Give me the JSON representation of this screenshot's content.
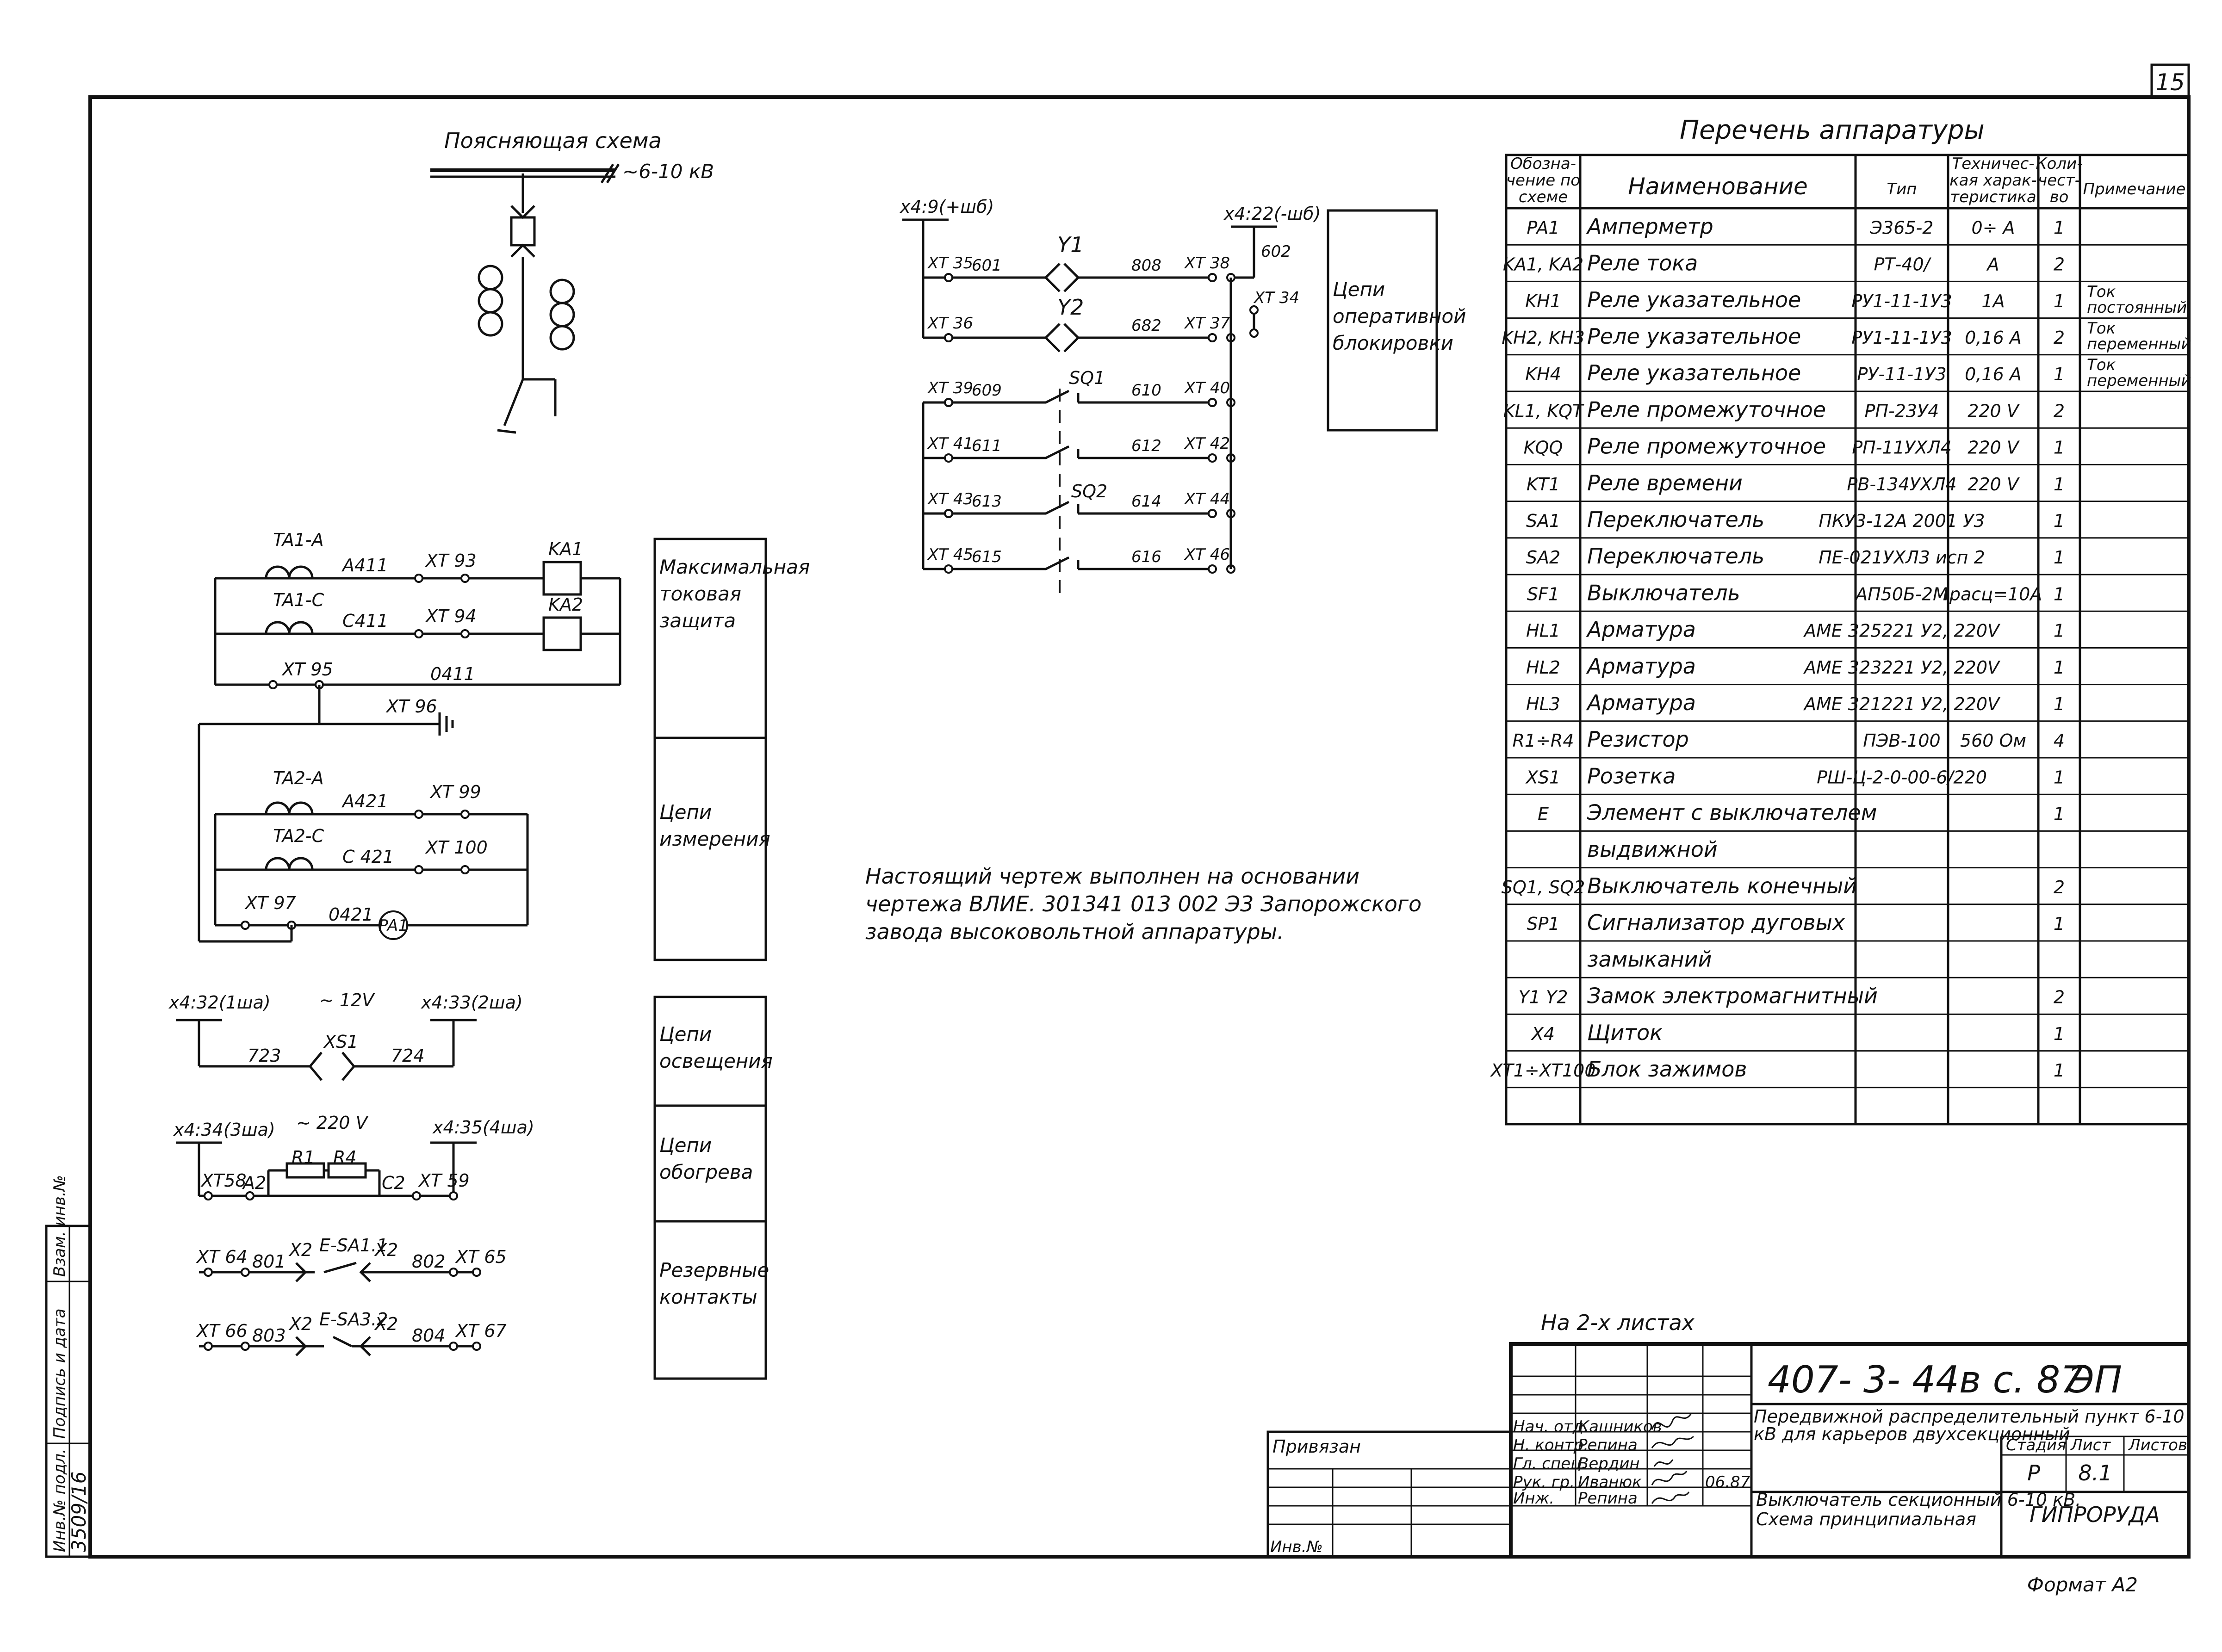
{
  "sheet_number": "15",
  "format": "Формат А2",
  "explanatory": {
    "title": "Поясняющая схема",
    "voltage": "~6-10 кВ"
  },
  "left_circuits": {
    "ta1a": "TA1-A",
    "ta1c": "TA1-C",
    "a411": "A411",
    "c411": "C411",
    "o411": "0411",
    "xt93": "XT 93",
    "xt94": "XT 94",
    "xt95": "XT 95",
    "xt96": "XT 96",
    "ka1": "KA1",
    "ka2": "KA2",
    "ta2a": "TA2-A",
    "ta2c": "TA2-C",
    "a421": "A421",
    "c421": "C 421",
    "o421": "0421",
    "xt99": "XT 99",
    "xt100": "XT 100",
    "xt97": "XT 97",
    "pa1": "PA1",
    "x4_32": "x4:32(1ша)",
    "x4_33": "x4:33(2ша)",
    "v12": "~ 12V",
    "xs1": "XS1",
    "w723": "723",
    "w724": "724",
    "x4_34": "x4:34(3ша)",
    "x4_35": "x4:35(4ша)",
    "v220": "~ 220 V",
    "r1": "R1",
    "r4": "R4",
    "a2": "A2",
    "c2": "C2",
    "xt58": "XT58",
    "xt59": "XT 59",
    "xt64": "XT 64",
    "w801": "801",
    "x2a": "X2",
    "esa11": "E-SA1.1",
    "x2b": "X2",
    "w802": "802",
    "xt65": "XT 65",
    "xt66": "XT 66",
    "w803": "803",
    "x2c": "X2",
    "esa32": "E-SA3.2",
    "x2d": "X2",
    "w804": "804",
    "xt67": "XT 67"
  },
  "blocks": [
    "Максимальная токовая защита",
    "Цепи измерения",
    "Цепи освещения",
    "Цепи обогрева",
    "Резервные контакты"
  ],
  "interlock": {
    "x4_9": "x4:9(+шб)",
    "x4_22": "x4:22(-шб)",
    "w602": "602",
    "y1": "Y1",
    "y2": "Y2",
    "sq1": "SQ1",
    "sq2": "SQ2",
    "block": "Цепи оперативной блокировки",
    "rows": [
      {
        "l": "XT 35",
        "w1": "601",
        "w2": "808",
        "r": "XT 38"
      },
      {
        "l": "XT 36",
        "w1": "",
        "w2": "682",
        "r": "XT 37"
      },
      {
        "l": "XT 39",
        "w1": "609",
        "w2": "610",
        "r": "XT 40"
      },
      {
        "l": "XT 41",
        "w1": "611",
        "w2": "612",
        "r": "XT 42"
      },
      {
        "l": "XT 43",
        "w1": "613",
        "w2": "614",
        "r": "XT 44"
      },
      {
        "l": "XT 45",
        "w1": "615",
        "w2": "616",
        "r": "XT 46"
      }
    ],
    "xt34": "XT 34"
  },
  "note": {
    "line1": "Настоящий чертеж выполнен на основании",
    "line2": "чертежа ВЛИЕ. 301341 013 002 Э3 Запорожского",
    "line3": "завода высоковольтной аппаратуры."
  },
  "apparatus": {
    "title": "Перечень аппаратуры",
    "headers": [
      "Обозначение по схеме",
      "Наименование",
      "Тип",
      "Техническая характеристика",
      "Количество",
      "Примечание"
    ],
    "rows": [
      [
        "PA1",
        "Амперметр",
        "Э365-2",
        "0÷   А",
        "1",
        ""
      ],
      [
        "KA1, KA2",
        "Реле тока",
        "РТ-40/",
        "   А",
        "2",
        ""
      ],
      [
        "KH1",
        "Реле указательное",
        "РУ1-11-1У3",
        "1А",
        "1",
        "Ток постоянный"
      ],
      [
        "KH2, KH3",
        "Реле указательное",
        "РУ1-11-1У3",
        "0,16 А",
        "2",
        "Ток переменный"
      ],
      [
        "KH4",
        "Реле указательное",
        "РУ-11-1У3",
        "0,16 А",
        "1",
        "Ток переменный"
      ],
      [
        "KL1, KQT",
        "Реле промежуточное",
        "РП-23У4",
        "220 V",
        "2",
        ""
      ],
      [
        "KQQ",
        "Реле промежуточное",
        "РП-11УХЛ4",
        "220 V",
        "1",
        ""
      ],
      [
        "KT1",
        "Реле времени",
        "РВ-134УХЛ4",
        "220 V",
        "1",
        ""
      ],
      [
        "SA1",
        "Переключатель",
        "ПКУ3-12А 2001 У3",
        "",
        "1",
        ""
      ],
      [
        "SA2",
        "Переключатель",
        "ПЕ-021УХЛ3 исп 2",
        "",
        "1",
        ""
      ],
      [
        "SF1",
        "Выключатель",
        "АП50Б-2М",
        "Iрасц=10А",
        "1",
        ""
      ],
      [
        "HL1",
        "Арматура",
        "АМЕ 325221 У2, 220V",
        "",
        "1",
        ""
      ],
      [
        "HL2",
        "Арматура",
        "АМЕ 323221 У2, 220V",
        "",
        "1",
        ""
      ],
      [
        "HL3",
        "Арматура",
        "АМЕ 321221 У2, 220V",
        "",
        "1",
        ""
      ],
      [
        "R1÷R4",
        "Резистор",
        "ПЭВ-100",
        "560 Ом",
        "4",
        ""
      ],
      [
        "XS1",
        "Розетка",
        "РШ-Ц-2-0-00-6/220",
        "",
        "1",
        ""
      ],
      [
        "E",
        "Элемент с выключателем",
        "",
        "",
        "1",
        ""
      ],
      [
        "",
        "выдвижной",
        "",
        "",
        "",
        ""
      ],
      [
        "SQ1, SQ2",
        "Выключатель конечный",
        "",
        "",
        "2",
        ""
      ],
      [
        "SP1",
        "Сигнализатор дуговых",
        "",
        "",
        "1",
        ""
      ],
      [
        "",
        "замыканий",
        "",
        "",
        "",
        ""
      ],
      [
        "Y1 Y2",
        "Замок электромагнитный",
        "",
        "",
        "2",
        ""
      ],
      [
        "X4",
        "Щиток",
        "",
        "",
        "1",
        ""
      ],
      [
        "XT1÷XT100",
        "Блок зажимов",
        "",
        "",
        "1",
        ""
      ],
      [
        "",
        "",
        "",
        "",
        "",
        ""
      ]
    ]
  },
  "on_sheets": "На 2-х листах",
  "title_block": {
    "code": "407- 3- 44в с. 87",
    "mark": "ЭП",
    "project": "Передвижной распределительный пункт 6-10 кВ для карьеров двухсекционный",
    "roles": [
      "Нач. отд.",
      "Н. контр.",
      "Гл. спец.",
      "Рук. гр.",
      "Инж."
    ],
    "names": [
      "Кашников",
      "Репина",
      "Вердин",
      "Иванюк",
      "Репина"
    ],
    "date": "06.87",
    "stage_h": "Стадия",
    "sheet_h": "Лист",
    "sheets_h": "Листов",
    "stage": "Р",
    "sheet": "8.1",
    "drawing": "Выключатель секционный 6-10 кВ. Схема принципиальная",
    "org": "ГИПРОРУДА",
    "privyazan": "Привязан",
    "inv": "Инв.№"
  },
  "side_stamp": {
    "labels": [
      "Инв.№ подл.",
      "Подпись и дата",
      "Взам. инв.№"
    ],
    "inv_value": "3509/16"
  }
}
